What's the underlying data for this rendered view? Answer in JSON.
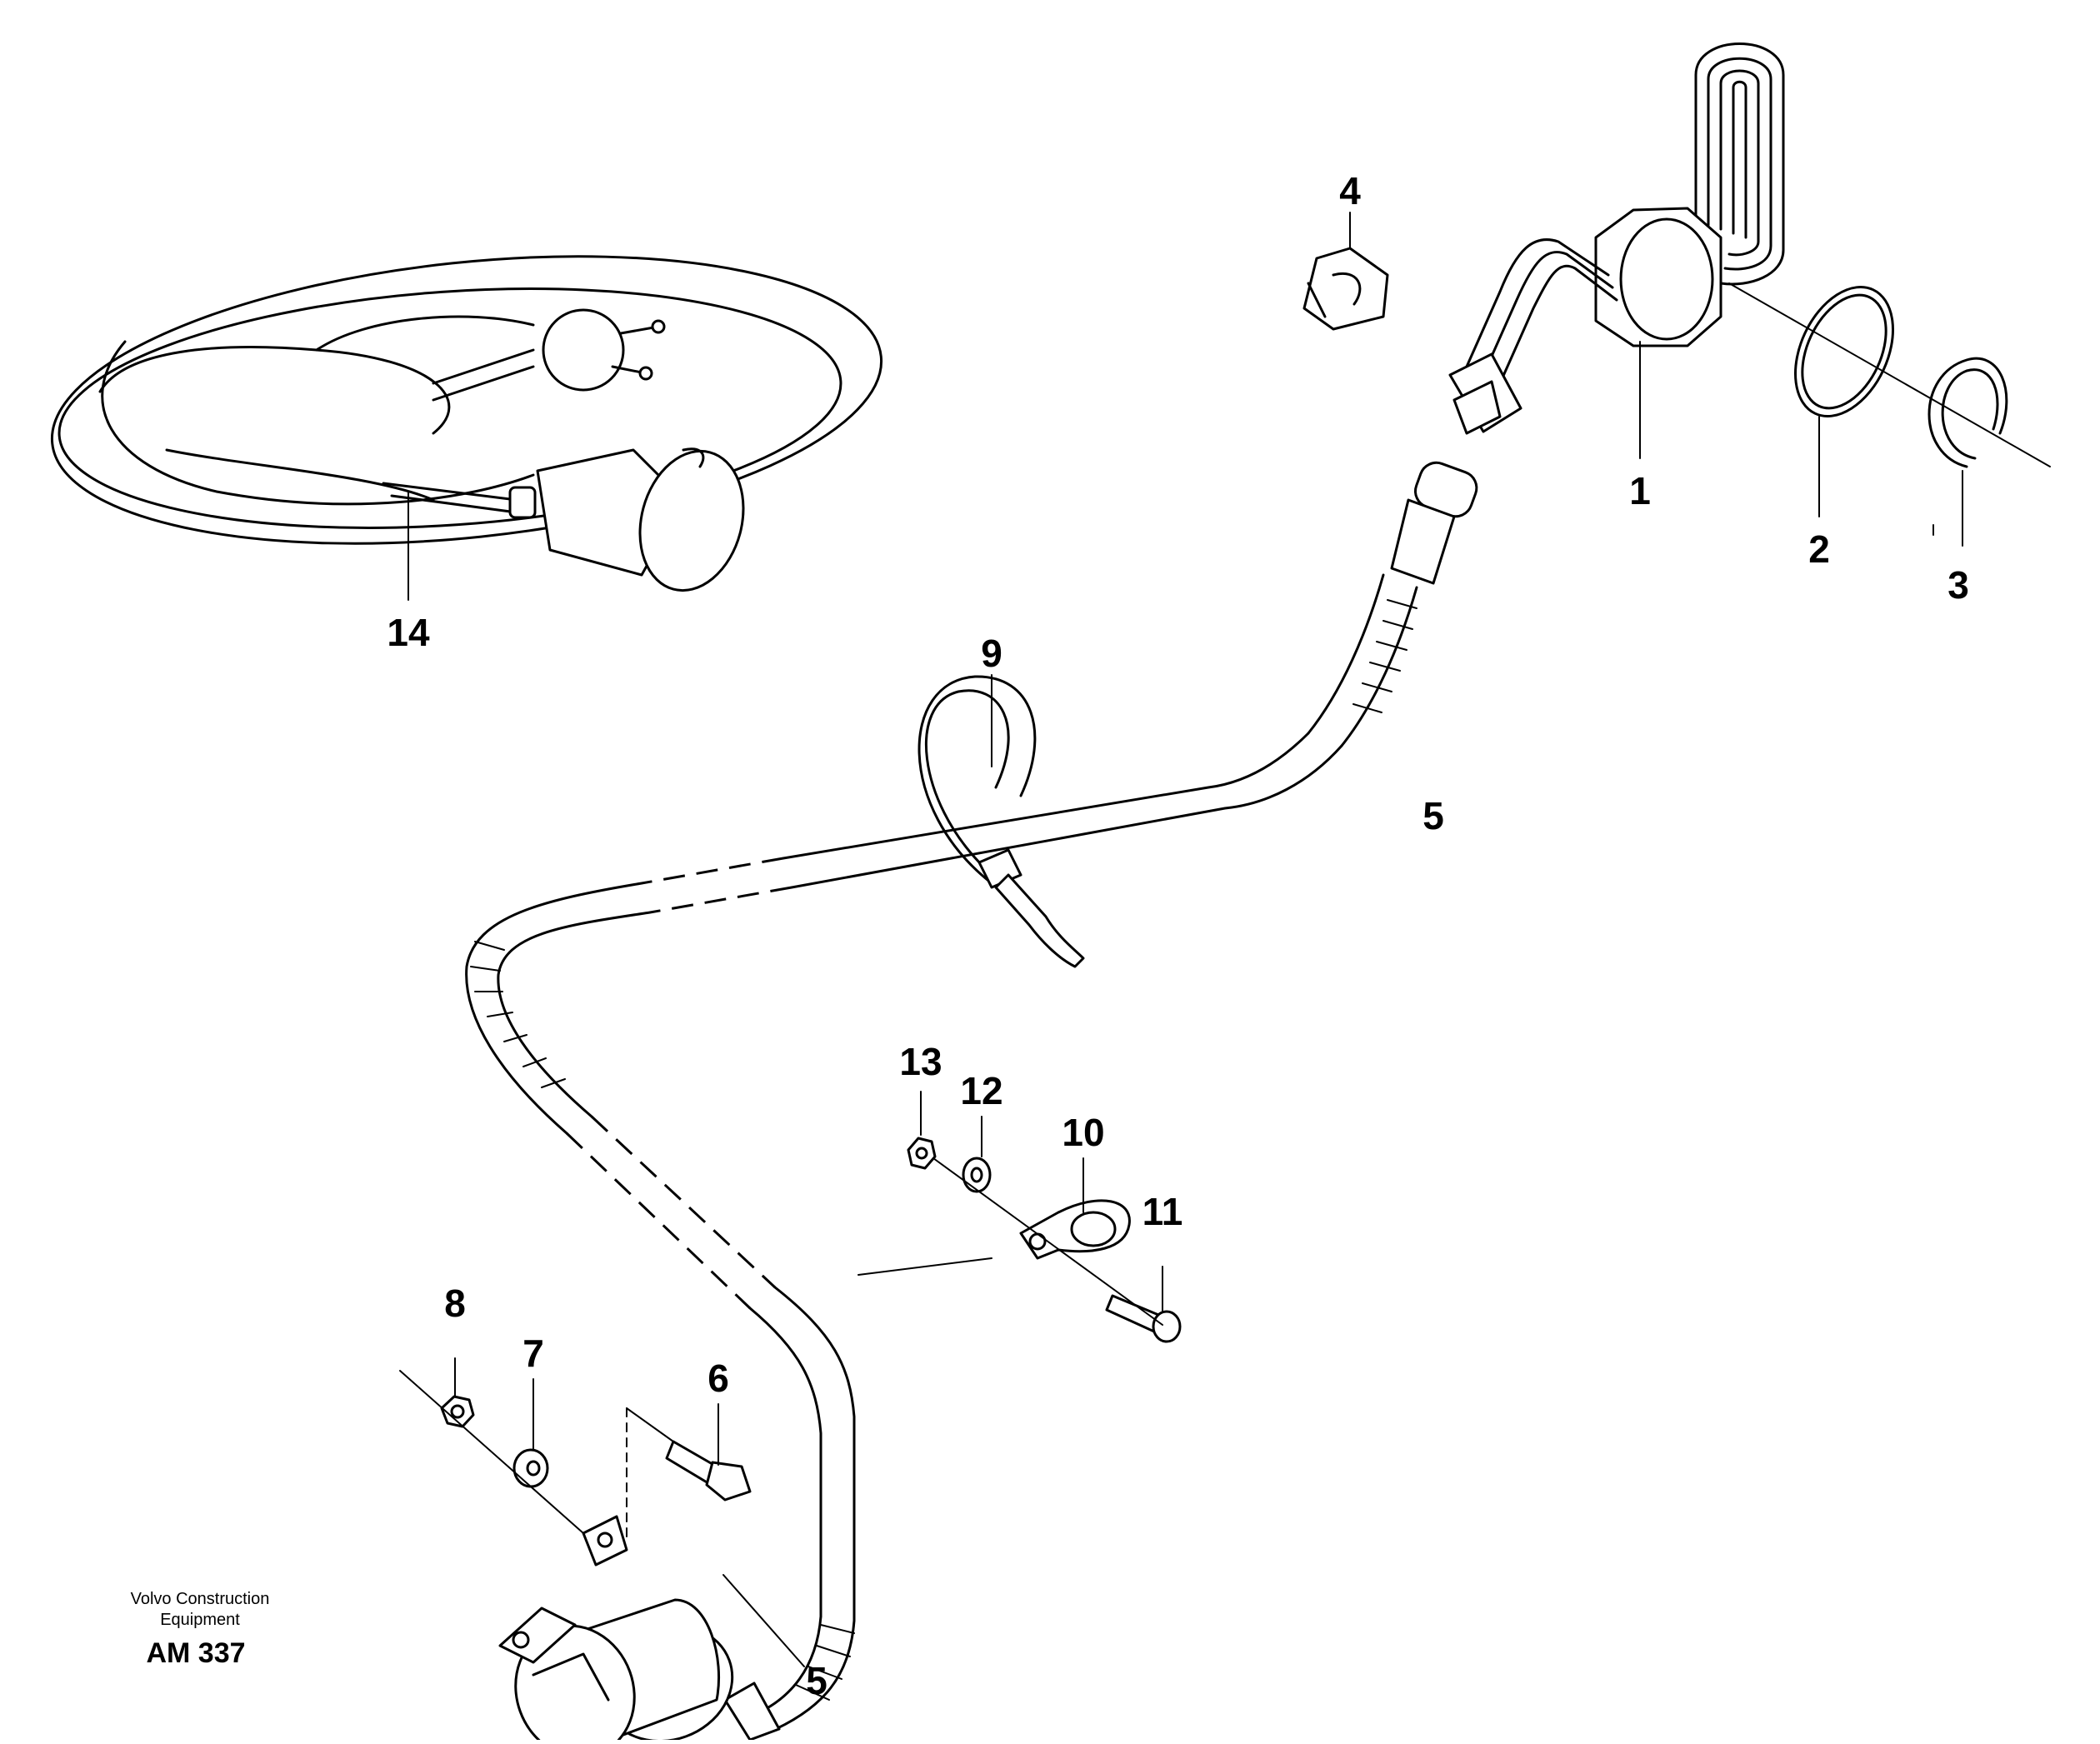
{
  "callouts": {
    "c1": "1",
    "c2": "2",
    "c3": "3",
    "c4": "4",
    "c5a": "5",
    "c5b": "5",
    "c6": "6",
    "c7": "7",
    "c8": "8",
    "c9": "9",
    "c10": "10",
    "c11": "11",
    "c12": "12",
    "c13": "13",
    "c14": "14"
  },
  "caption": {
    "line1": "Volvo Construction",
    "line2": "Equipment",
    "drawing_id": "AM 337"
  }
}
